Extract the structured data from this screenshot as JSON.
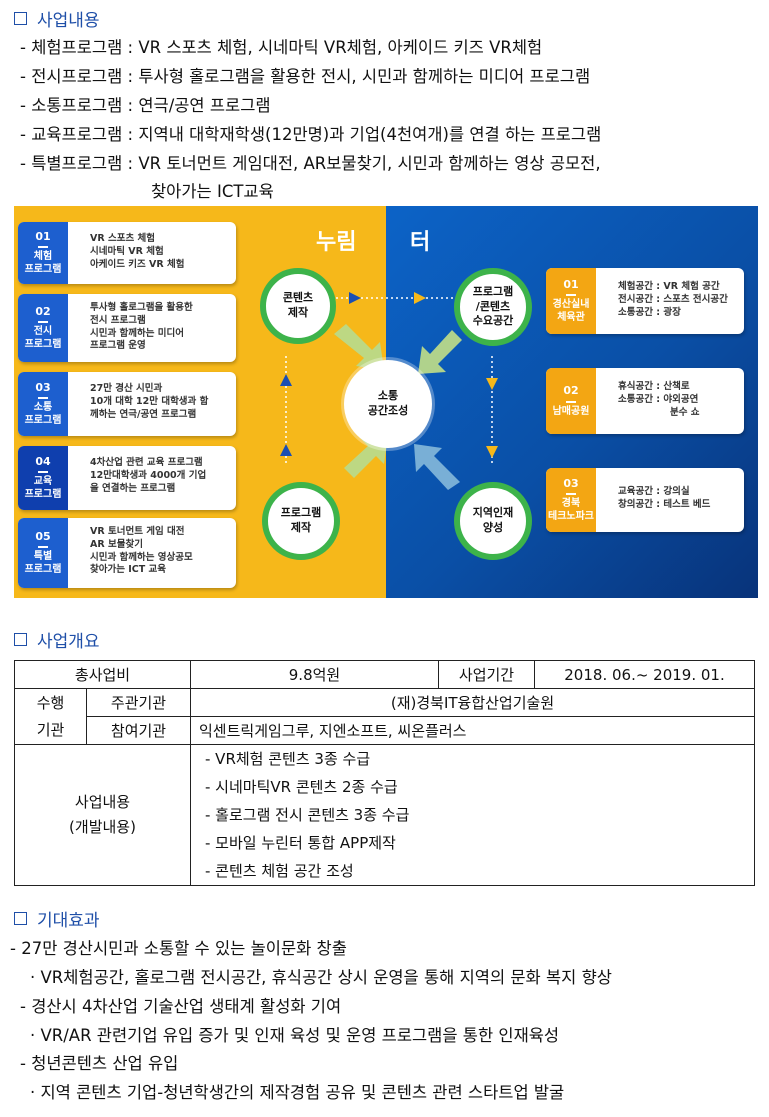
{
  "section1": {
    "heading": "사업내용",
    "lines": [
      "- 체험프로그램 : VR 스포츠 체험, 시네마틱 VR체험, 아케이드 키즈 VR체험",
      "- 전시프로그램 : 투사형 홀로그램을 활용한 전시, 시민과 함께하는 미디어 프로그램",
      "- 소통프로그램 : 연극/공연 프로그램",
      "- 교육프로그램 : 지역내 대학재학생(12만명)과 기업(4천여개)를 연결 하는 프로그램",
      "- 특별프로그램 : VR 토너먼트 게임대전, AR보물찾기, 시민과 함께하는 영상 공모전,",
      "찾아가는 ICT교육"
    ]
  },
  "infographic": {
    "title_left": "누림",
    "title_right": "터",
    "left_items": [
      {
        "num": "01",
        "label1": "체험",
        "label2": "프로그램",
        "lines": [
          "VR 스포츠 체험",
          "시네마틱 VR 체험",
          "아케이드 키즈 VR 체험"
        ]
      },
      {
        "num": "02",
        "label1": "전시",
        "label2": "프로그램",
        "lines": [
          "투사형 홀로그램을 활용한",
          "전시 프로그램",
          "시민과 함께하는 미디어",
          "프로그램 운영"
        ]
      },
      {
        "num": "03",
        "label1": "소통",
        "label2": "프로그램",
        "lines": [
          "27만 경산 시민과",
          "10개 대학 12만 대학생과 함",
          "께하는 연극/공연 프로그램"
        ]
      },
      {
        "num": "04",
        "label1": "교육",
        "label2": "프로그램",
        "lines": [
          "4차산업 관련 교육 프로그램",
          "12만대학생과 4000개 기업",
          "을 연결하는 프로그램"
        ]
      },
      {
        "num": "05",
        "label1": "특별",
        "label2": "프로그램",
        "lines": [
          "VR 토너먼트 게임 대전",
          "AR 보물찾기",
          "시민과 함께하는 영상공모",
          "찾아가는 ICT 교육"
        ]
      }
    ],
    "right_items": [
      {
        "num": "01",
        "label1": "경산실내",
        "label2": "체육관",
        "lines": [
          "체험공간 : VR 체험 공간",
          "전시공간 : 스포츠 전시공간",
          "소통공간 : 광장"
        ]
      },
      {
        "num": "02",
        "label1": "남매공원",
        "label2": "",
        "lines": [
          "휴식공간 : 산책로",
          "소통공간 : 야외공연",
          "분수 쇼"
        ]
      },
      {
        "num": "03",
        "label1": "경북",
        "label2": "테크노파크",
        "lines": [
          "교육공간 : 강의실",
          "창의공간 : 테스트 베드"
        ]
      }
    ],
    "circles": {
      "content": [
        "콘텐츠",
        "제작"
      ],
      "demand": [
        "프로그램",
        "/콘텐츠",
        "수요공간"
      ],
      "center": [
        "소통",
        "공간조성"
      ],
      "program": [
        "프로그램",
        "제작"
      ],
      "talent": [
        "지역인재",
        "양성"
      ]
    }
  },
  "section2": {
    "heading": "사업개요",
    "table": {
      "total_label": "총사업비",
      "total_value": "9.8억원",
      "period_label": "사업기간",
      "period_value": "2018. 06.~ 2019. 01.",
      "org_label_1": "수행",
      "org_label_2": "기관",
      "lead_label": "주관기관",
      "lead_value": "(재)경북IT융합산업기술원",
      "partner_label": "참여기관",
      "partner_value": "익센트릭게임그루, 지엔소프트, 씨온플러스",
      "content_label_1": "사업내용",
      "content_label_2": "(개발내용)",
      "content_items": [
        "- VR체험 콘텐츠 3종 수급",
        "- 시네마틱VR 콘텐츠 2종 수급",
        "- 홀로그램 전시 콘텐츠 3종 수급",
        "- 모바일 누린터 통합 APP제작",
        "- 콘텐츠 체험 공간 조성"
      ]
    }
  },
  "section3": {
    "heading": "기대효과",
    "lines": [
      "- 27만 경산시민과 소통할 수 있는 놀이문화 창출",
      "· VR체험공간, 홀로그램 전시공간, 휴식공간 상시 운영을 통해 지역의 문화 복지 향상",
      "- 경산시 4차산업 기술산업 생태계 활성화 기여",
      "· VR/AR 관련기업 유입 증가 및 인재 육성 및 운영 프로그램을 통한 인재육성",
      "- 청년콘텐츠 산업 유입",
      "· 지역 콘텐츠 기업-청년학생간의 제작경험 공유 및 콘텐츠 관련 스타트업 발굴"
    ]
  },
  "colors": {
    "heading": "#1f4fa8",
    "left_bg": "#f6b81a",
    "right_bg": "#0a4fa6",
    "circle_border": "#3db34a",
    "tag_blue": "#1d5fcf",
    "tag_orange": "#f3a613"
  }
}
